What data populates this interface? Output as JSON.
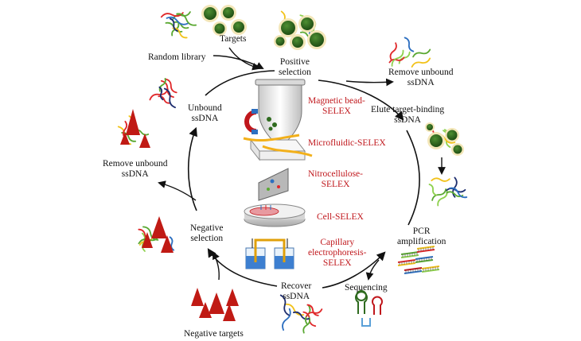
{
  "labels": {
    "random_library": "Random library",
    "targets": "Targets",
    "positive_selection": [
      "Positive",
      "selection"
    ],
    "remove_unbound_top": [
      "Remove unbound",
      "ssDNA"
    ],
    "unbound_ssdna": [
      "Unbound",
      "ssDNA"
    ],
    "elute": [
      "Elute target-binding",
      "ssDNA"
    ],
    "remove_unbound_left": [
      "Remove unbound",
      "ssDNA"
    ],
    "negative_selection": [
      "Negative",
      "selection"
    ],
    "pcr": [
      "PCR",
      "amplification"
    ],
    "sequencing": "Sequencing",
    "recover": [
      "Recover",
      "ssDNA"
    ],
    "negative_targets": "Negative targets"
  },
  "methods": {
    "magnetic": [
      "Magnetic bead-",
      "SELEX"
    ],
    "microfluidic": "Microfluidic-SELEX",
    "nitrocellulose": [
      "Nitrocellulose-",
      "SELEX"
    ],
    "cell": "Cell-SELEX",
    "capillary": [
      "Capillary",
      "electrophoresis-",
      "SELEX"
    ]
  },
  "colors": {
    "method_text": "#c0171c",
    "target_sphere": "#2f6b1f",
    "target_halo": "#f3e6b8",
    "negative_target": "#c01a14",
    "strand_palette": [
      "#e0282a",
      "#2d6fc0",
      "#5aa832",
      "#f2c21a",
      "#1d2d6e",
      "#8fd14f"
    ]
  }
}
